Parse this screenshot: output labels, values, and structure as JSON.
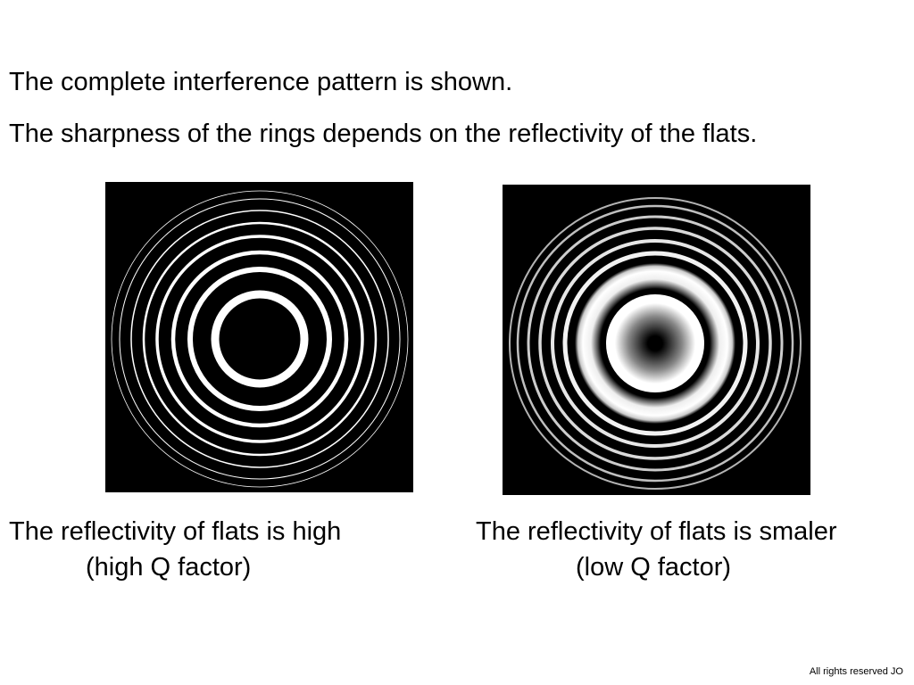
{
  "text": {
    "line1": "The complete interference pattern is shown.",
    "line2": "The sharpness of the rings depends on the reflectivity of the flats."
  },
  "figures": {
    "left": {
      "caption_line1": "The reflectivity of flats is high",
      "caption_line2": "(high Q factor)"
    },
    "right": {
      "caption_line1": "The reflectivity of flats is smaler",
      "caption_line2": "(low Q factor)"
    }
  },
  "footer": "All rights reserved JO",
  "colors": {
    "background": "#000000",
    "ring": "#ffffff"
  }
}
